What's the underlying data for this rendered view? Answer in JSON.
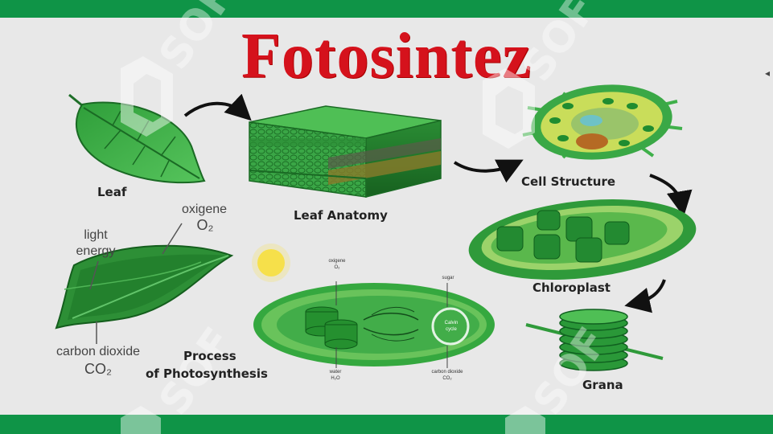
{
  "title": "Fotosintez",
  "labels": {
    "leaf": "Leaf",
    "leaf_anatomy": "Leaf Anatomy",
    "cell_structure": "Cell Structure",
    "chloroplast": "Chloroplast",
    "grana": "Grana",
    "process_line1": "Process",
    "process_line2": "of Photosynthesis"
  },
  "leaf_callouts": {
    "oxygen": "oxigene",
    "oxygen_formula": "O₂",
    "light_line1": "light",
    "light_line2": "energy",
    "co2": "carbon dioxide",
    "co2_formula": "CO₂"
  },
  "process_callouts": {
    "oxygen": "oxigene",
    "oxygen_formula": "O₂",
    "sugar": "sugar",
    "water": "water",
    "water_formula": "H₂O",
    "co2": "carbon dioxide",
    "co2_formula": "CO₂",
    "cycle_line1": "Calvin",
    "cycle_line2": "cycle"
  },
  "watermark_text": "SOF",
  "colors": {
    "band": "#0f9447",
    "title": "#d5121c",
    "background": "#e8e8e8",
    "leaf_dark": "#1e7d2c",
    "leaf_light": "#3fbf4a"
  }
}
